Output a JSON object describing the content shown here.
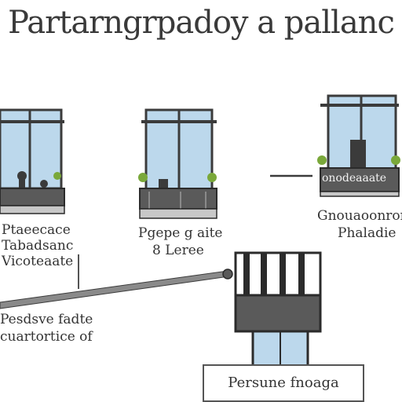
{
  "title": "Partarngrpadoy a pallanc",
  "labels": {
    "left_1": "Ptaeecace",
    "left_2": "Tabadsanc",
    "left_3": "Vicoteaate",
    "middle_1": "Pgepe g aite",
    "middle_2": "8 Leree",
    "right_1": "Gnouaoonrorei",
    "right_2": "Phaladie",
    "bottom_left_1": "Pesdsve fadte",
    "bottom_left_2": "cuartortice of",
    "right_sign": "onodeaaate"
  },
  "caption": "Persune fnoaga",
  "colors": {
    "glass": "#bcd8ec",
    "frame": "#3b3b3b",
    "plant": "#7aa83a"
  }
}
